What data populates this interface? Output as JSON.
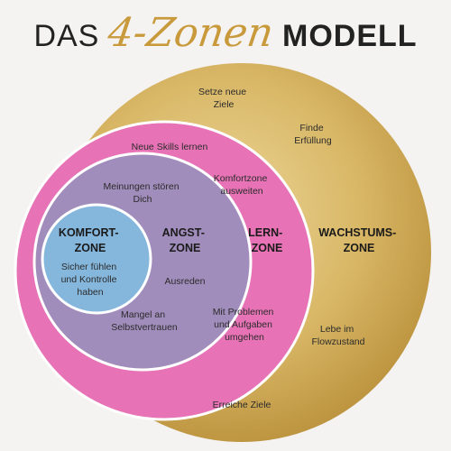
{
  "title": {
    "prefix": "DAS",
    "script": "4-Zonen",
    "suffix": "MODELL"
  },
  "colors": {
    "gold": "#d9b867",
    "gold_dark": "#b98f3a",
    "pink": "#e773b6",
    "purple": "#a18dbb",
    "blue": "#85b7dd",
    "ring": "#ffffff"
  },
  "zones": {
    "komfort": {
      "name": [
        "KOMFORT-",
        "ZONE"
      ],
      "labels": [
        "Sicher fühlen",
        "und Kontrolle",
        "haben"
      ]
    },
    "angst": {
      "name": [
        "ANGST-",
        "ZONE"
      ],
      "labels": {
        "top": [
          "Meinungen stören",
          "Dich"
        ],
        "mid": [
          "Ausreden"
        ],
        "bottom": [
          "Mangel an",
          "Selbstvertrauen"
        ]
      }
    },
    "lern": {
      "name": [
        "LERN-",
        "ZONE"
      ],
      "labels": {
        "top": [
          "Neue Skills lernen"
        ],
        "upper": [
          "Komfortzone",
          "ausweiten"
        ],
        "lower": [
          "Mit Problemen",
          "und Aufgaben",
          "umgehen"
        ]
      }
    },
    "wachstum": {
      "name": [
        "WACHSTUMS-",
        "ZONE"
      ],
      "labels": {
        "top": [
          "Setze neue",
          "Ziele"
        ],
        "upper": [
          "Finde",
          "Erfüllung"
        ],
        "lower": [
          "Lebe im",
          "Flowzustand"
        ],
        "bottom": [
          "Erreiche Ziele"
        ]
      }
    }
  }
}
